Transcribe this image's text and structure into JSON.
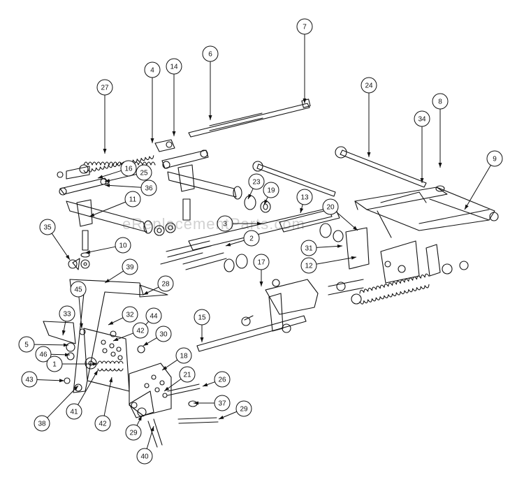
{
  "watermark": "eReplacementParts.com",
  "callouts": [
    {
      "id": "c7",
      "label": "7",
      "circle": [
        436,
        38
      ],
      "target": [
        436,
        148
      ]
    },
    {
      "id": "c6",
      "label": "6",
      "circle": [
        301,
        77
      ],
      "target": [
        301,
        172
      ]
    },
    {
      "id": "c4",
      "label": "4",
      "circle": [
        218,
        100
      ],
      "target": [
        218,
        205
      ]
    },
    {
      "id": "c14",
      "label": "14",
      "circle": [
        249,
        95
      ],
      "target": [
        249,
        195
      ]
    },
    {
      "id": "c27",
      "label": "27",
      "circle": [
        150,
        125
      ],
      "target": [
        150,
        220
      ]
    },
    {
      "id": "c24",
      "label": "24",
      "circle": [
        528,
        122
      ],
      "target": [
        528,
        225
      ]
    },
    {
      "id": "c8",
      "label": "8",
      "circle": [
        630,
        145
      ],
      "target": [
        630,
        240
      ]
    },
    {
      "id": "c34",
      "label": "34",
      "circle": [
        604,
        170
      ],
      "target": [
        604,
        262
      ]
    },
    {
      "id": "c9",
      "label": "9",
      "circle": [
        708,
        227
      ],
      "target": [
        665,
        300
      ]
    },
    {
      "id": "c16",
      "label": "16",
      "circle": [
        184,
        241
      ],
      "target": [
        140,
        255
      ]
    },
    {
      "id": "c25",
      "label": "25",
      "circle": [
        206,
        247
      ],
      "target": [
        150,
        260
      ]
    },
    {
      "id": "c36",
      "label": "36",
      "circle": [
        213,
        269
      ],
      "target": [
        150,
        265
      ]
    },
    {
      "id": "c23",
      "label": "23",
      "circle": [
        367,
        260
      ],
      "target": [
        355,
        285
      ]
    },
    {
      "id": "c19",
      "label": "19",
      "circle": [
        388,
        272
      ],
      "target": [
        378,
        293
      ]
    },
    {
      "id": "c13",
      "label": "13",
      "circle": [
        436,
        282
      ],
      "target": [
        430,
        305
      ]
    },
    {
      "id": "c20",
      "label": "20",
      "circle": [
        473,
        296
      ],
      "target": [
        512,
        330
      ]
    },
    {
      "id": "c11",
      "label": "11",
      "circle": [
        190,
        285
      ],
      "target": [
        128,
        310
      ]
    },
    {
      "id": "c35",
      "label": "35",
      "circle": [
        68,
        325
      ],
      "target": [
        100,
        372
      ]
    },
    {
      "id": "c10",
      "label": "10",
      "circle": [
        176,
        351
      ],
      "target": [
        122,
        362
      ]
    },
    {
      "id": "c3",
      "label": "3",
      "circle": [
        322,
        320
      ],
      "target": [
        375,
        320
      ]
    },
    {
      "id": "c2",
      "label": "2",
      "circle": [
        360,
        341
      ],
      "target": [
        323,
        352
      ]
    },
    {
      "id": "c31",
      "label": "31",
      "circle": [
        442,
        355
      ],
      "target": [
        490,
        352
      ]
    },
    {
      "id": "c12",
      "label": "12",
      "circle": [
        442,
        380
      ],
      "target": [
        510,
        368
      ]
    },
    {
      "id": "c17",
      "label": "17",
      "circle": [
        374,
        375
      ],
      "target": [
        374,
        410
      ]
    },
    {
      "id": "c39",
      "label": "39",
      "circle": [
        186,
        382
      ],
      "target": [
        150,
        405
      ]
    },
    {
      "id": "c28",
      "label": "28",
      "circle": [
        237,
        406
      ],
      "target": [
        205,
        422
      ]
    },
    {
      "id": "c45",
      "label": "45",
      "circle": [
        112,
        414
      ],
      "target": [
        117,
        470
      ]
    },
    {
      "id": "c33",
      "label": "33",
      "circle": [
        96,
        449
      ],
      "target": [
        90,
        480
      ]
    },
    {
      "id": "c32",
      "label": "32",
      "circle": [
        186,
        450
      ],
      "target": [
        155,
        465
      ]
    },
    {
      "id": "c44",
      "label": "44",
      "circle": [
        220,
        452
      ],
      "target": [
        195,
        480
      ]
    },
    {
      "id": "c42a",
      "label": "42",
      "circle": [
        201,
        473
      ],
      "target": [
        162,
        488
      ]
    },
    {
      "id": "c30",
      "label": "30",
      "circle": [
        234,
        478
      ],
      "target": [
        205,
        495
      ]
    },
    {
      "id": "c15",
      "label": "15",
      "circle": [
        289,
        454
      ],
      "target": [
        289,
        490
      ]
    },
    {
      "id": "c5",
      "label": "5",
      "circle": [
        38,
        493
      ],
      "target": [
        98,
        494
      ]
    },
    {
      "id": "c46",
      "label": "46",
      "circle": [
        62,
        507
      ],
      "target": [
        100,
        508
      ]
    },
    {
      "id": "c18",
      "label": "18",
      "circle": [
        263,
        509
      ],
      "target": [
        232,
        530
      ]
    },
    {
      "id": "c1",
      "label": "1",
      "circle": [
        78,
        521
      ],
      "target": [
        140,
        521
      ]
    },
    {
      "id": "c21",
      "label": "21",
      "circle": [
        268,
        536
      ],
      "target": [
        235,
        560
      ]
    },
    {
      "id": "c43",
      "label": "43",
      "circle": [
        42,
        543
      ],
      "target": [
        92,
        545
      ]
    },
    {
      "id": "c26",
      "label": "26",
      "circle": [
        318,
        543
      ],
      "target": [
        290,
        553
      ]
    },
    {
      "id": "c37",
      "label": "37",
      "circle": [
        318,
        577
      ],
      "target": [
        277,
        577
      ]
    },
    {
      "id": "c29a",
      "label": "29",
      "circle": [
        349,
        585
      ],
      "target": [
        313,
        600
      ]
    },
    {
      "id": "c41",
      "label": "41",
      "circle": [
        106,
        589
      ],
      "target": [
        140,
        530
      ]
    },
    {
      "id": "c42b",
      "label": "42",
      "circle": [
        147,
        606
      ],
      "target": [
        160,
        540
      ]
    },
    {
      "id": "c38",
      "label": "38",
      "circle": [
        60,
        606
      ],
      "target": [
        112,
        552
      ]
    },
    {
      "id": "c29b",
      "label": "29",
      "circle": [
        191,
        619
      ],
      "target": [
        203,
        595
      ]
    },
    {
      "id": "c40",
      "label": "40",
      "circle": [
        207,
        653
      ],
      "target": [
        220,
        610
      ]
    }
  ]
}
